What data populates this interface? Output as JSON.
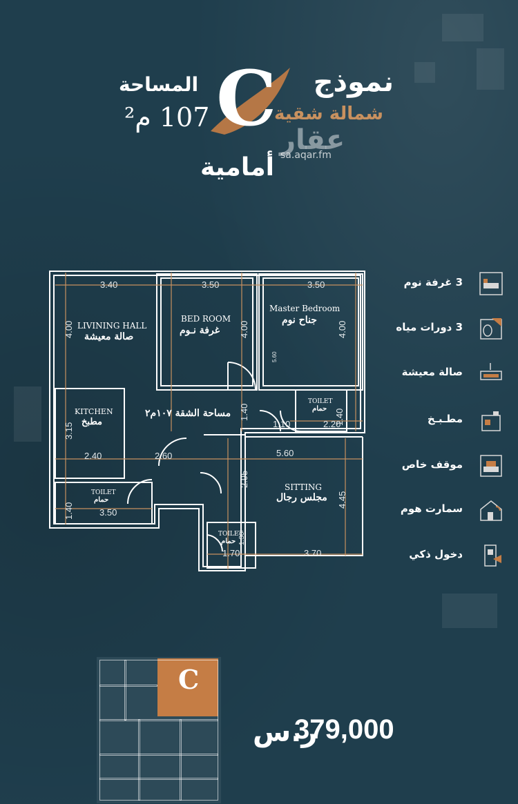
{
  "header": {
    "model_word": "نموذج",
    "model_letter": "C",
    "orientation": "شمالة شقية",
    "area_word": "المساحة",
    "area_value": "107 م²",
    "facing": "أمامية",
    "watermark_brand": "عقار",
    "watermark_url": "sa.aqar.fm"
  },
  "plan": {
    "rooms": {
      "living_en": "LIVINING HALL",
      "living_ar": "صالة معيشة",
      "bed_en": "BED ROOM",
      "bed_ar": "غرفة نـوم",
      "master_en": "Master Bedroom",
      "master_ar": "جناح نوم",
      "kitchen_en": "KITCHEN",
      "kitchen_ar": "مطبخ",
      "apartment_area": "مساحة الشقة ١٠٧م٢",
      "toilet1_en": "TOILET",
      "toilet1_ar": "حمام",
      "toilet2_en": "TOILET",
      "toilet2_ar": "حمام",
      "toilet3_en": "TOILET",
      "toilet3_ar": "حمام",
      "sitting_en": "SITTING",
      "sitting_ar": "مجلس رجال"
    },
    "dimensions": {
      "d_340": "3.40",
      "d_350a": "3.50",
      "d_350b": "3.50",
      "d_400a": "4.00",
      "d_400b": "4.00",
      "d_400c": "4.00",
      "d_560v": "5.60",
      "d_315": "3.15",
      "d_240": "2.40",
      "d_260": "2.60",
      "d_560": "5.60",
      "d_140a": "1.40",
      "d_140b": "1.40",
      "d_140c": "1.40",
      "d_110": "1.10",
      "d_220": "2.20",
      "d_295": "2.95",
      "d_445": "4.45",
      "d_350c": "3.50",
      "d_130": "1.30",
      "d_170": "1.70",
      "d_370": "3.70"
    }
  },
  "features": [
    {
      "label": "3 غرفة نوم",
      "icon": "bed-icon"
    },
    {
      "label": "3 دورات مياه",
      "icon": "toilet-icon"
    },
    {
      "label": "صالة معيشة",
      "icon": "sofa-icon"
    },
    {
      "label": "مطـبـخ",
      "icon": "kitchen-icon"
    },
    {
      "label": "موقف خاص",
      "icon": "parking-icon"
    },
    {
      "label": "سمارت هوم",
      "icon": "smart-home-icon"
    },
    {
      "label": "دخول ذكي",
      "icon": "smart-lock-icon"
    }
  ],
  "keyplan": {
    "letter": "C"
  },
  "price": {
    "value": "379,000",
    "currency_symbol": "ر.س"
  },
  "colors": {
    "background": "#1f3e4d",
    "accent": "#c57d45",
    "plan_lines": "#ffffff",
    "dimension_lines": "#c8915f"
  }
}
